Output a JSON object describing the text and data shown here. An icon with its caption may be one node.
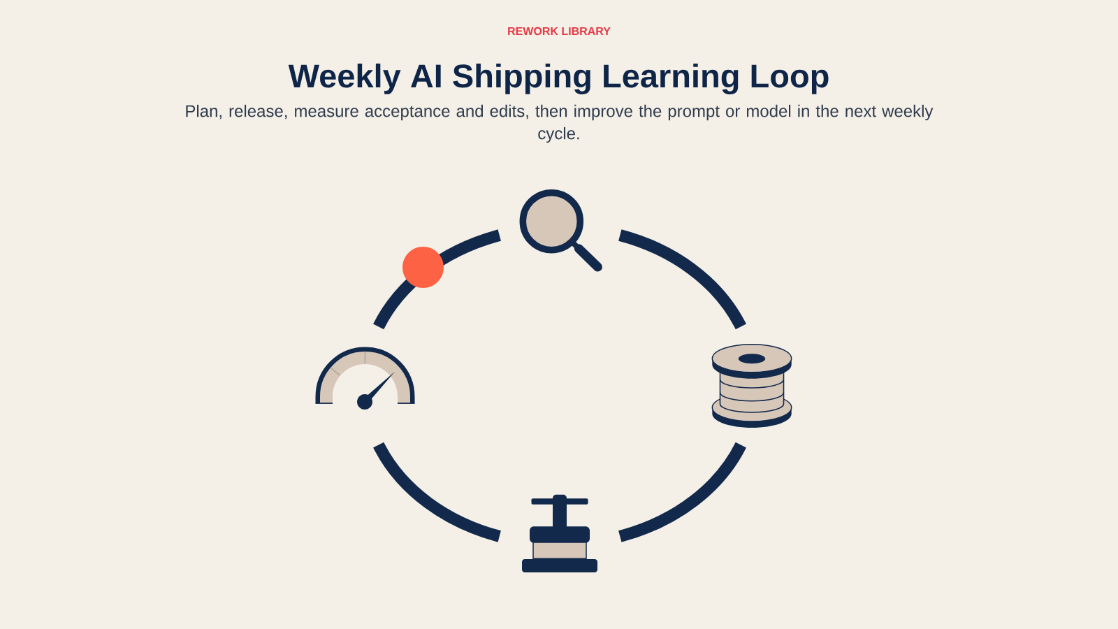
{
  "diagram": {
    "title": "Weekly AI Shipping Learning Loop",
    "nodes": [
      {
        "text": [],
        "shape": "picture"
      },
      {
        "text": [],
        "shape": "picture"
      },
      {
        "text": [],
        "shape": "picture"
      },
      {
        "text": [],
        "shape": "picture"
      }
    ],
    "edges": [
      {
        "from": 0,
        "to": 2,
        "arrow": "none"
      },
      {
        "from": 2,
        "to": 3,
        "arrow": "none"
      },
      {
        "from": 3,
        "to": 1,
        "arrow": "none"
      },
      {
        "from": 1,
        "to": 0,
        "arrow": "none"
      }
    ],
    "labels": [
      "REWORK LIBRARY",
      "Plan, release, measure acceptance and edits, then improve the prompt or model in the next weekly cycle."
    ]
  }
}
